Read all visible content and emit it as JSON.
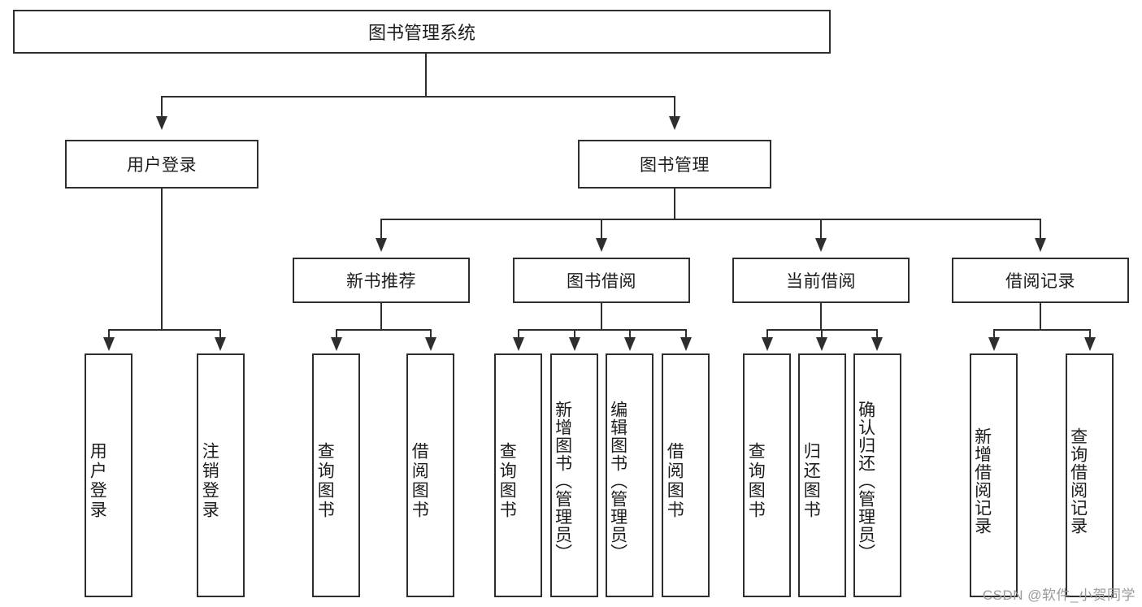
{
  "diagram": {
    "type": "tree-hierarchy",
    "title": "图书管理系统",
    "root": {
      "label": "图书管理系统",
      "id": "root"
    },
    "level1": [
      {
        "id": "user-login",
        "label": "用户登录"
      },
      {
        "id": "book-manage",
        "label": "图书管理"
      }
    ],
    "level2": [
      {
        "id": "new-book-recommend",
        "label": "新书推荐",
        "parent": "book-manage"
      },
      {
        "id": "book-borrow",
        "label": "图书借阅",
        "parent": "book-manage"
      },
      {
        "id": "current-borrow",
        "label": "当前借阅",
        "parent": "book-manage"
      },
      {
        "id": "borrow-record",
        "label": "借阅记录",
        "parent": "book-manage"
      }
    ],
    "leaves": {
      "user_login": [
        {
          "id": "leaf-user-login",
          "label": "用户登录"
        },
        {
          "id": "leaf-logout-login",
          "label": "注销登录"
        }
      ],
      "new_book_recommend": [
        {
          "id": "leaf-query-book-1",
          "label": "查询图书"
        },
        {
          "id": "leaf-borrow-book-1",
          "label": "借阅图书"
        }
      ],
      "book_borrow": [
        {
          "id": "leaf-query-book-2",
          "label": "查询图书"
        },
        {
          "id": "leaf-add-book",
          "label": "新增图书（管理员）"
        },
        {
          "id": "leaf-edit-book",
          "label": "编辑图书（管理员）"
        },
        {
          "id": "leaf-borrow-book-2",
          "label": "借阅图书"
        }
      ],
      "current_borrow": [
        {
          "id": "leaf-query-book-3",
          "label": "查询图书"
        },
        {
          "id": "leaf-return-book",
          "label": "归还图书"
        },
        {
          "id": "leaf-confirm-return",
          "label": "确认归还（管理员）"
        }
      ],
      "borrow_record": [
        {
          "id": "leaf-add-record",
          "label": "新增借阅记录"
        },
        {
          "id": "leaf-query-record",
          "label": "查询借阅记录"
        }
      ]
    }
  },
  "watermark": {
    "text": "CSDN @软件_小贺同学"
  },
  "colors": {
    "stroke": "#2e2e2e",
    "text": "#1c1c1c",
    "background": "#ffffff",
    "watermark": "#9a9a9a"
  }
}
